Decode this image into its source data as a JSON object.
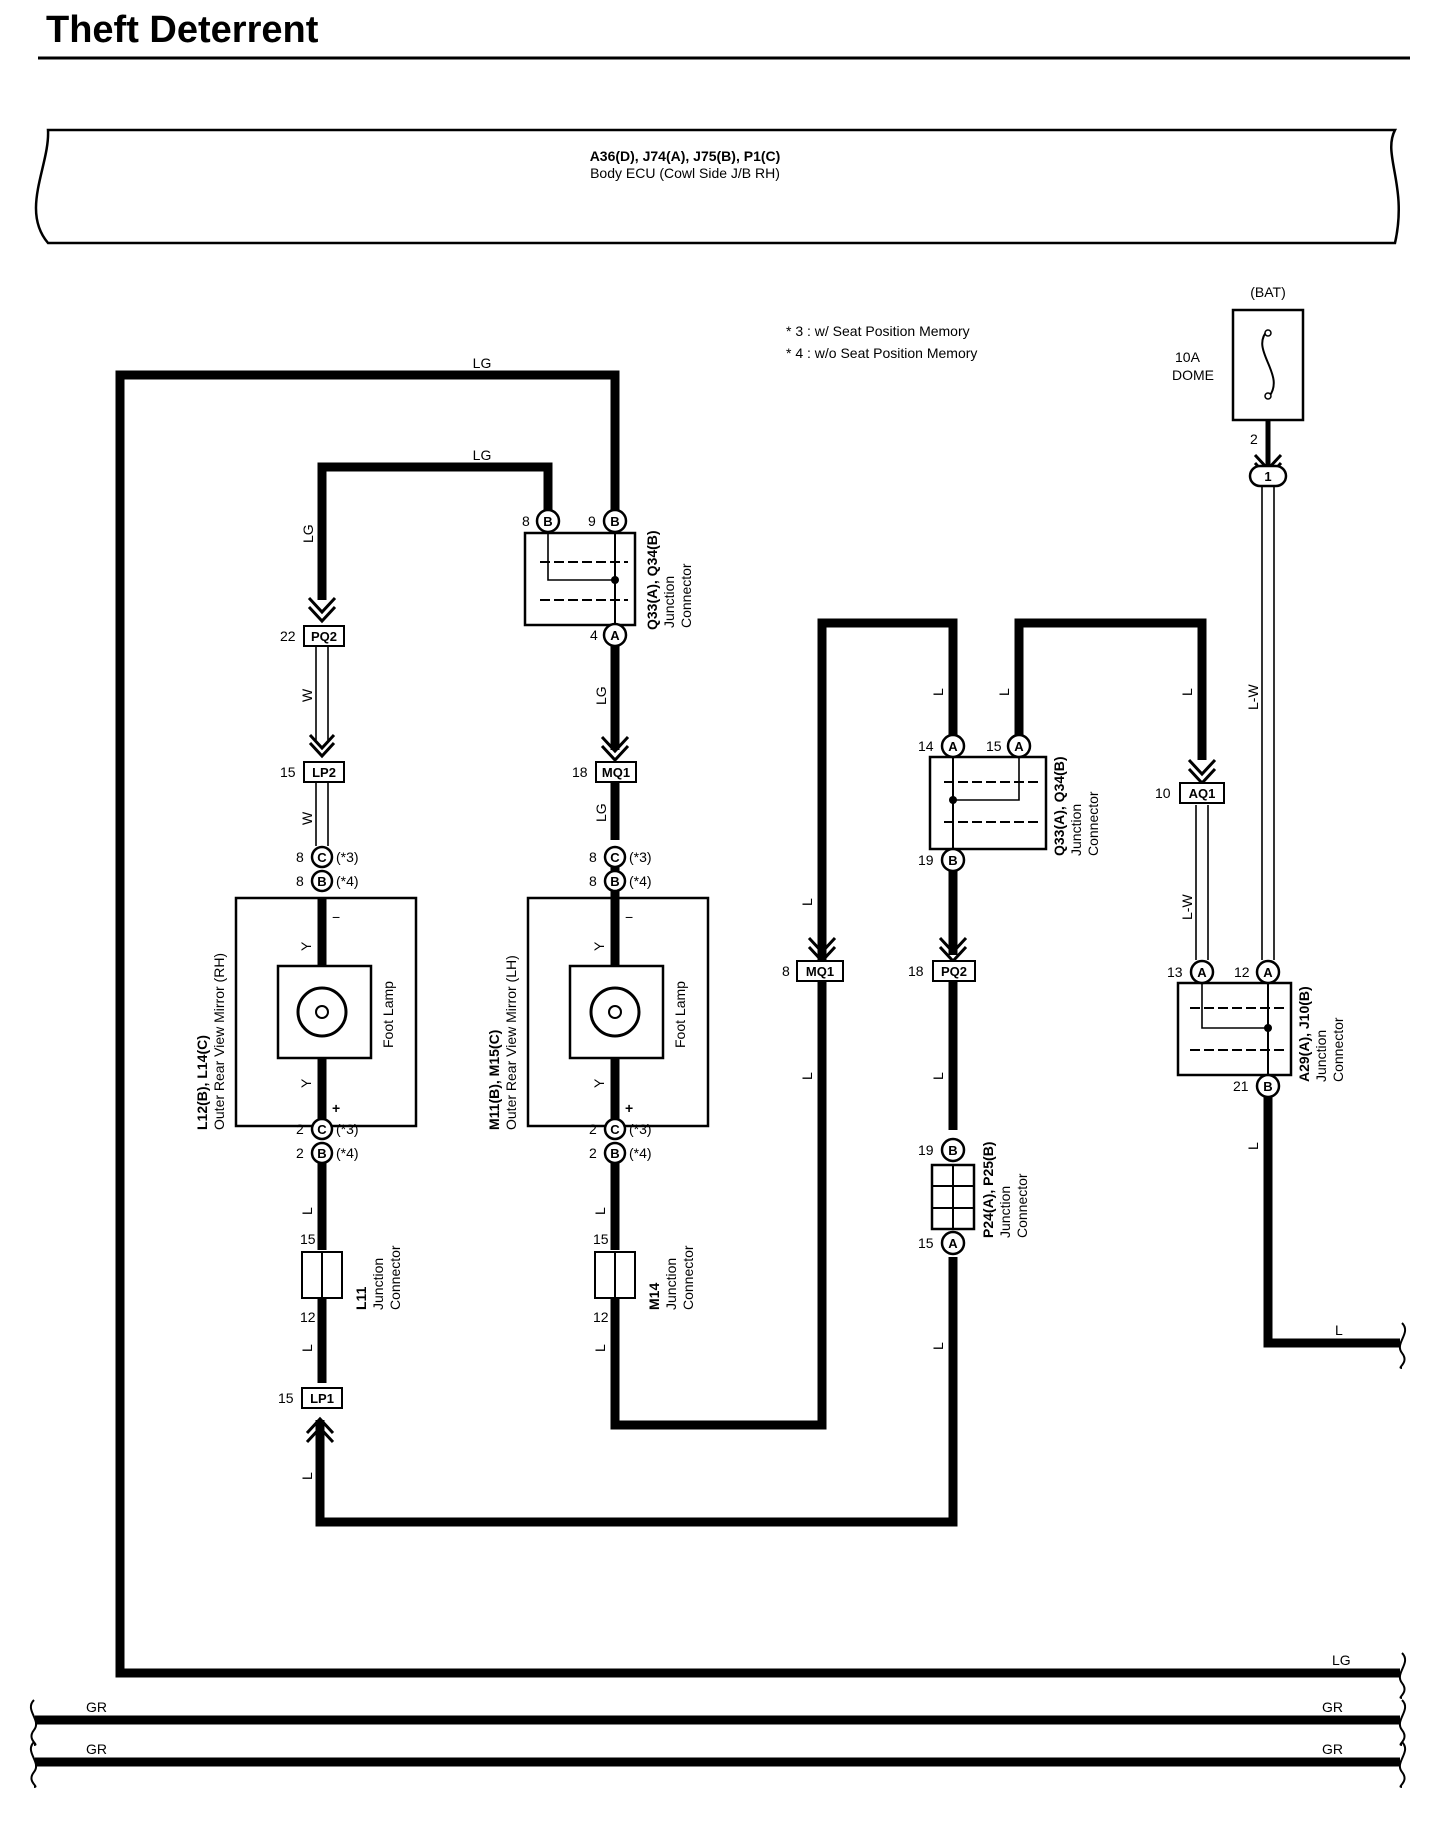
{
  "title": "Theft Deterrent",
  "ecu": {
    "line1": "A36(D), J74(A), J75(B), P1(C)",
    "line2": "Body ECU (Cowl Side J/B RH)"
  },
  "notes": {
    "n3": "* 3 : w/ Seat Position Memory",
    "n4": "* 4 : w/o Seat Position Memory"
  },
  "fuse": {
    "source": "(BAT)",
    "rating": "10A",
    "name": "DOME",
    "pin": "2",
    "terminal": "1"
  },
  "wires": {
    "lg": "LG",
    "w": "W",
    "y": "Y",
    "l": "L",
    "lw": "L-W",
    "gr": "GR"
  },
  "symbols": {
    "plus": "+",
    "minus": "−",
    "note3": "(*3)",
    "note4": "(*4)"
  },
  "connectors": {
    "pq2": "PQ2",
    "lp2": "LP2",
    "mq1": "MQ1",
    "lp1": "LP1",
    "aq1": "AQ1",
    "a": "A",
    "b": "B",
    "c": "C"
  },
  "pins": {
    "p1": "1",
    "p2": "2",
    "p4": "4",
    "p8": "8",
    "p9": "9",
    "p10": "10",
    "p12": "12",
    "p13": "13",
    "p14": "14",
    "p15": "15",
    "p18": "18",
    "p19": "19",
    "p21": "21",
    "p22": "22"
  },
  "components": {
    "q33_name": "Q33(A), Q34(B)",
    "jc_line1": "Junction",
    "jc_line2": "Connector",
    "mirror_rh_name": "L12(B), L14(C)",
    "mirror_rh_desc": "Outer Rear View Mirror (RH)",
    "mirror_lh_name": "M11(B), M15(C)",
    "mirror_lh_desc": "Outer Rear View Mirror (LH)",
    "foot_lamp": "Foot Lamp",
    "l11": "L11",
    "m14": "M14",
    "p24_name": "P24(A), P25(B)",
    "a29_name": "A29(A), J10(B)"
  }
}
